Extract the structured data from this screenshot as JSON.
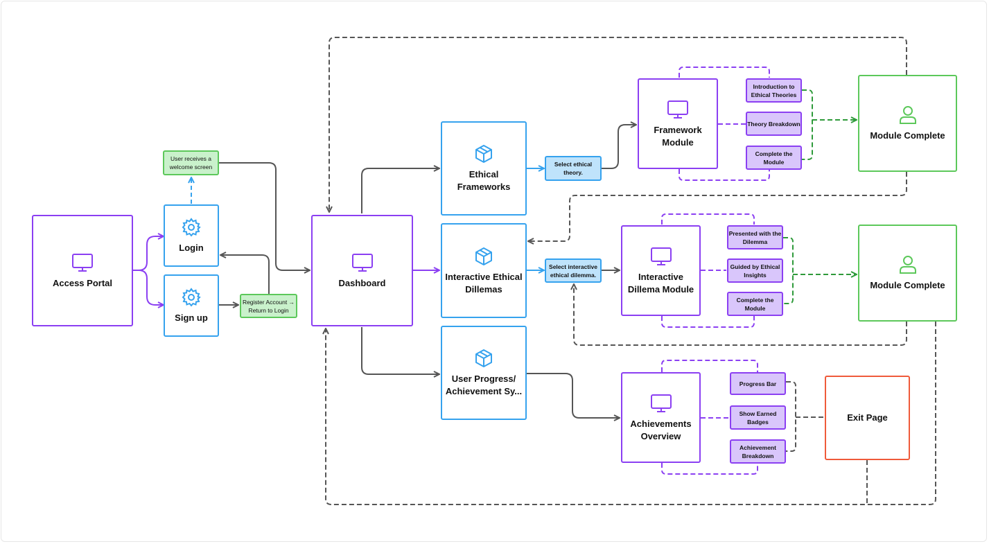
{
  "nodes": {
    "access_portal": "Access Portal",
    "login": "Login",
    "sign_up": "Sign up",
    "dashboard": "Dashboard",
    "ethical_frameworks": "Ethical Frameworks",
    "interactive_dilemmas": "Interactive Ethical Dillemas",
    "user_progress": "User Progress/ Achievement Sy...",
    "framework_module": "Framework Module",
    "dilemma_module": "Interactive Dillema Module",
    "achievements_overview": "Achievements Overview",
    "module_complete_1": "Module Complete",
    "module_complete_2": "Module Complete",
    "exit_page": "Exit Page"
  },
  "notes": {
    "welcome": "User receives a welcome screen",
    "register": "Register Account → Return to Login",
    "select_theory": "Select ethical theory.",
    "select_dilemma": "Select interactive ethical dilemma."
  },
  "steps": {
    "framework": [
      "Introduction to Ethical Theories",
      "Theory Breakdown",
      "Complete the Module"
    ],
    "dilemma": [
      "Presented with the Dilemma",
      "Guided by Ethical Insights",
      "Complete the Module"
    ],
    "achievements": [
      "Progress Bar",
      "Show Earned Badges",
      "Achievement Breakdown"
    ]
  },
  "colors": {
    "purple": "#8b3ff2",
    "blue": "#35a2ee",
    "green": "#5cc85a",
    "red": "#ef5a3a",
    "gray": "#555555",
    "dark_green": "#2e9a3a"
  },
  "icons": {
    "access_portal": "monitor-icon",
    "login": "gear-icon",
    "sign_up": "gear-icon",
    "dashboard": "monitor-icon",
    "ethical_frameworks": "box-icon",
    "interactive_dilemmas": "box-icon",
    "user_progress": "box-icon",
    "framework_module": "monitor-icon",
    "dilemma_module": "monitor-icon",
    "achievements_overview": "monitor-icon",
    "module_complete": "user-icon"
  }
}
